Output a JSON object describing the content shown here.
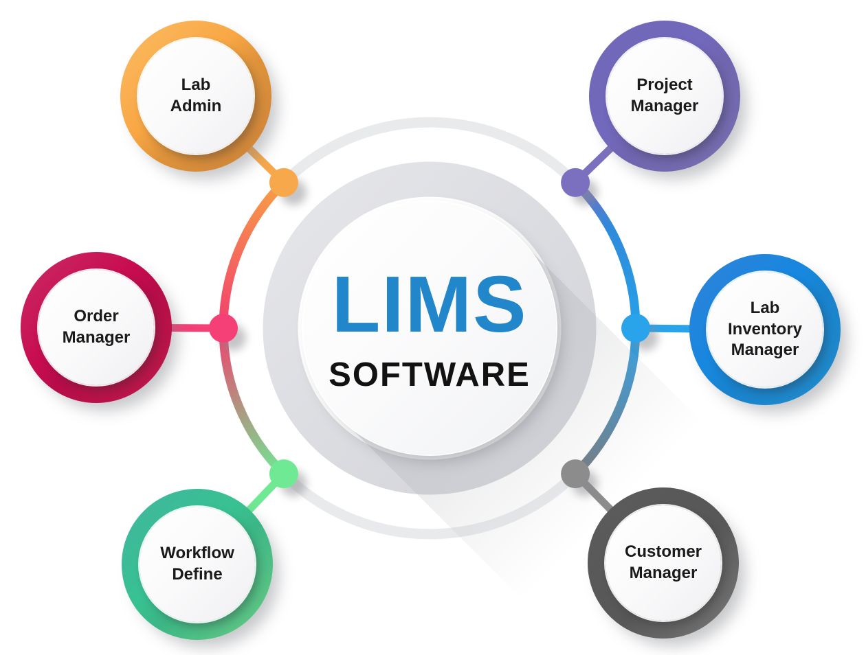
{
  "center": {
    "title": "LIMS",
    "subtitle": "SOFTWARE",
    "title_color": "#2287CA",
    "subtitle_color": "#121212"
  },
  "satellites": [
    {
      "id": "lab-admin",
      "label": "Lab\nAdmin",
      "ring_color": "#F8A441",
      "node_color": "#F7A84B"
    },
    {
      "id": "project-manager",
      "label": "Project\nManager",
      "ring_color": "#7A6FC2",
      "node_color": "#7A70BF"
    },
    {
      "id": "order-manager",
      "label": "Order\nManager",
      "ring_color": "#C40B4E",
      "node_color": "#F43F77"
    },
    {
      "id": "lab-inventory-manager",
      "label": "Lab\nInventory\nManager",
      "ring_color": "#1A8FE3",
      "node_color": "#29A3EA"
    },
    {
      "id": "workflow-define",
      "label": "Workflow\nDefine",
      "ring_color": "#3FC894",
      "node_color": "#70E994"
    },
    {
      "id": "customer-manager",
      "label": "Customer\nManager",
      "ring_color": "#5A5A5A",
      "node_color": "#8C8C8C"
    }
  ],
  "rings": {
    "outer_ring_gray": "#E9EAEC",
    "thick_ring_gray": "#DBDDE2",
    "label_text_color": "#1A1A1A"
  }
}
